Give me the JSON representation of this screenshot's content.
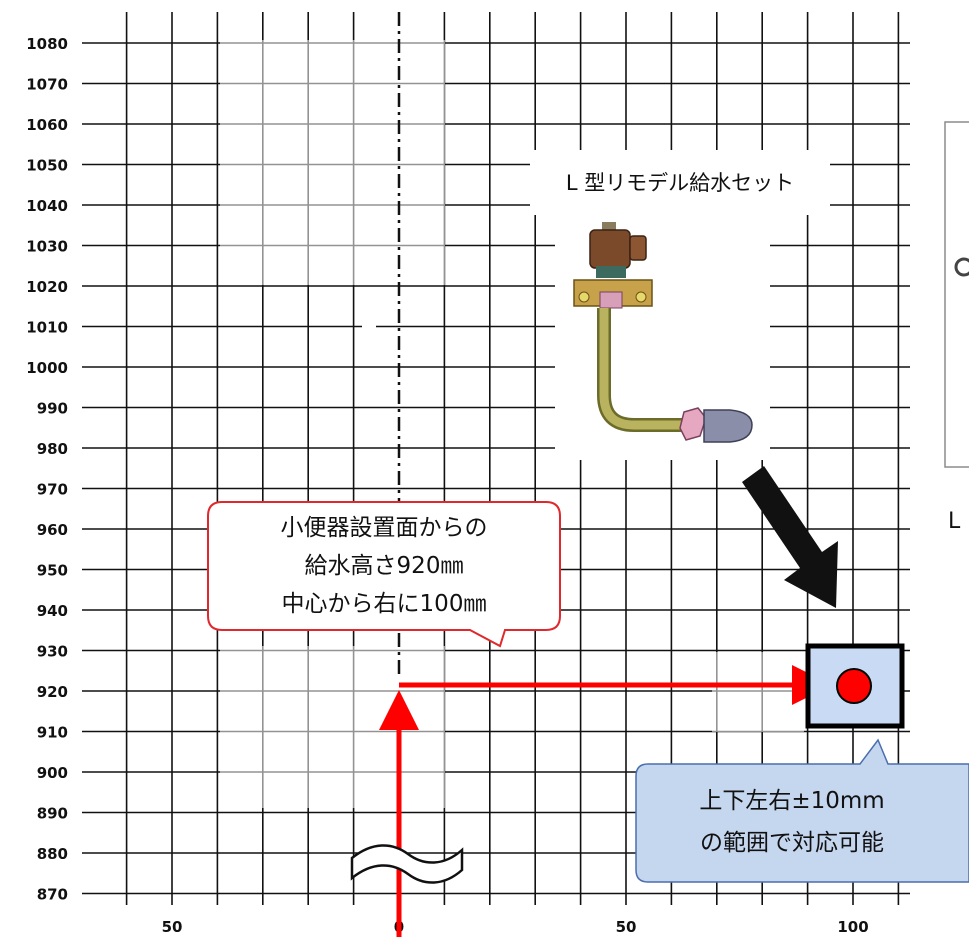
{
  "chart_data": {
    "type": "diagram",
    "x_ticks": [
      "50",
      "0",
      "50",
      "100"
    ],
    "y_ticks": [
      "1080",
      "1070",
      "1060",
      "1050",
      "1040",
      "1030",
      "1020",
      "1010",
      "1000",
      "990",
      "980",
      "970",
      "960",
      "950",
      "940",
      "930",
      "920",
      "910",
      "900",
      "890",
      "880",
      "870"
    ],
    "target_point": {
      "x": 100,
      "y": 920
    },
    "tolerance_mm": 10
  },
  "product": {
    "title": "L 型リモデル給水セット"
  },
  "callout_main": {
    "line1": "小便器設置面からの",
    "line2": "給水高さ920㎜",
    "line3": "中心から右に100㎜"
  },
  "callout_tolerance": {
    "line1": "上下左右±10mm",
    "line2": "の範囲で対応可能"
  },
  "partial_panel": {
    "label": "L"
  },
  "colors": {
    "accent_red": "#ff0000",
    "callout_border": "#e0282d",
    "tolerance_fill": "#c9daf4",
    "tolerance_callout_fill": "#c5d6ef",
    "tolerance_callout_border": "#4a6fae"
  }
}
